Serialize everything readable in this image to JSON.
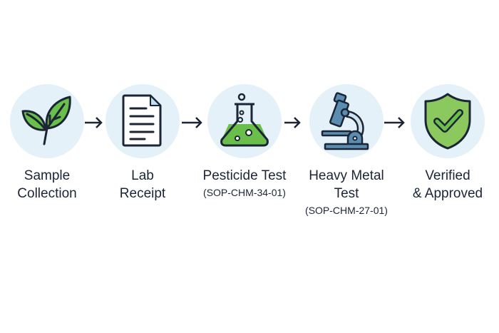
{
  "steps": [
    {
      "title": [
        "Sample",
        "Collection"
      ],
      "icon": "leaf-icon"
    },
    {
      "title": [
        "Lab",
        "Receipt"
      ],
      "icon": "document-icon"
    },
    {
      "title": [
        "Pesticide Test"
      ],
      "subtitle": "(SOP-CHM-34-01)",
      "icon": "flask-icon"
    },
    {
      "title": [
        "Heavy Metal",
        "Test"
      ],
      "subtitle": "(SOP-CHM-27-01)",
      "icon": "microscope-icon"
    },
    {
      "title": [
        "Verified",
        "& Approved"
      ],
      "icon": "shield-check-icon"
    }
  ],
  "colors": {
    "green": "#6abf4b",
    "dark": "#1b2536",
    "blue": "#5b8db0",
    "circle": "#e4f1f8"
  }
}
